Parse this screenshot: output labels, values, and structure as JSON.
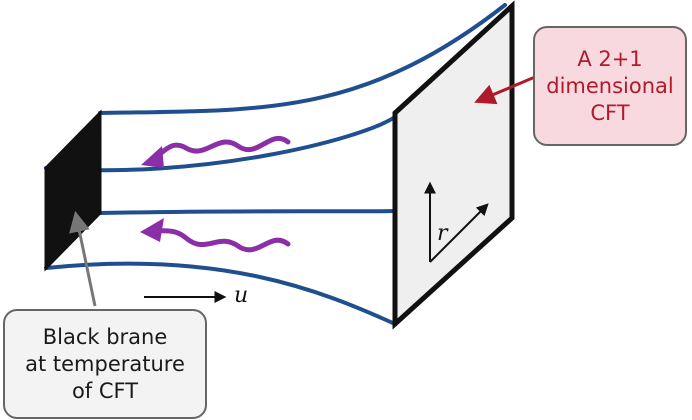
{
  "callouts": {
    "cft": {
      "lines": [
        "A 2+1",
        "dimensional",
        "CFT"
      ]
    },
    "brane": {
      "lines": [
        "Black brane",
        "at temperature",
        "of CFT"
      ]
    }
  },
  "axes": {
    "radial_label": "r",
    "boundary_label": "u"
  },
  "colors": {
    "tube": "#1f4f8f",
    "wave": "#8b2fa8",
    "brane": "#111111",
    "boundary_fill": "#efefef",
    "cft_callout_bg": "#f9d9e0",
    "cft_callout_text": "#b21a2a",
    "cft_arrow": "#b0192a",
    "brane_arrow": "#777777"
  }
}
